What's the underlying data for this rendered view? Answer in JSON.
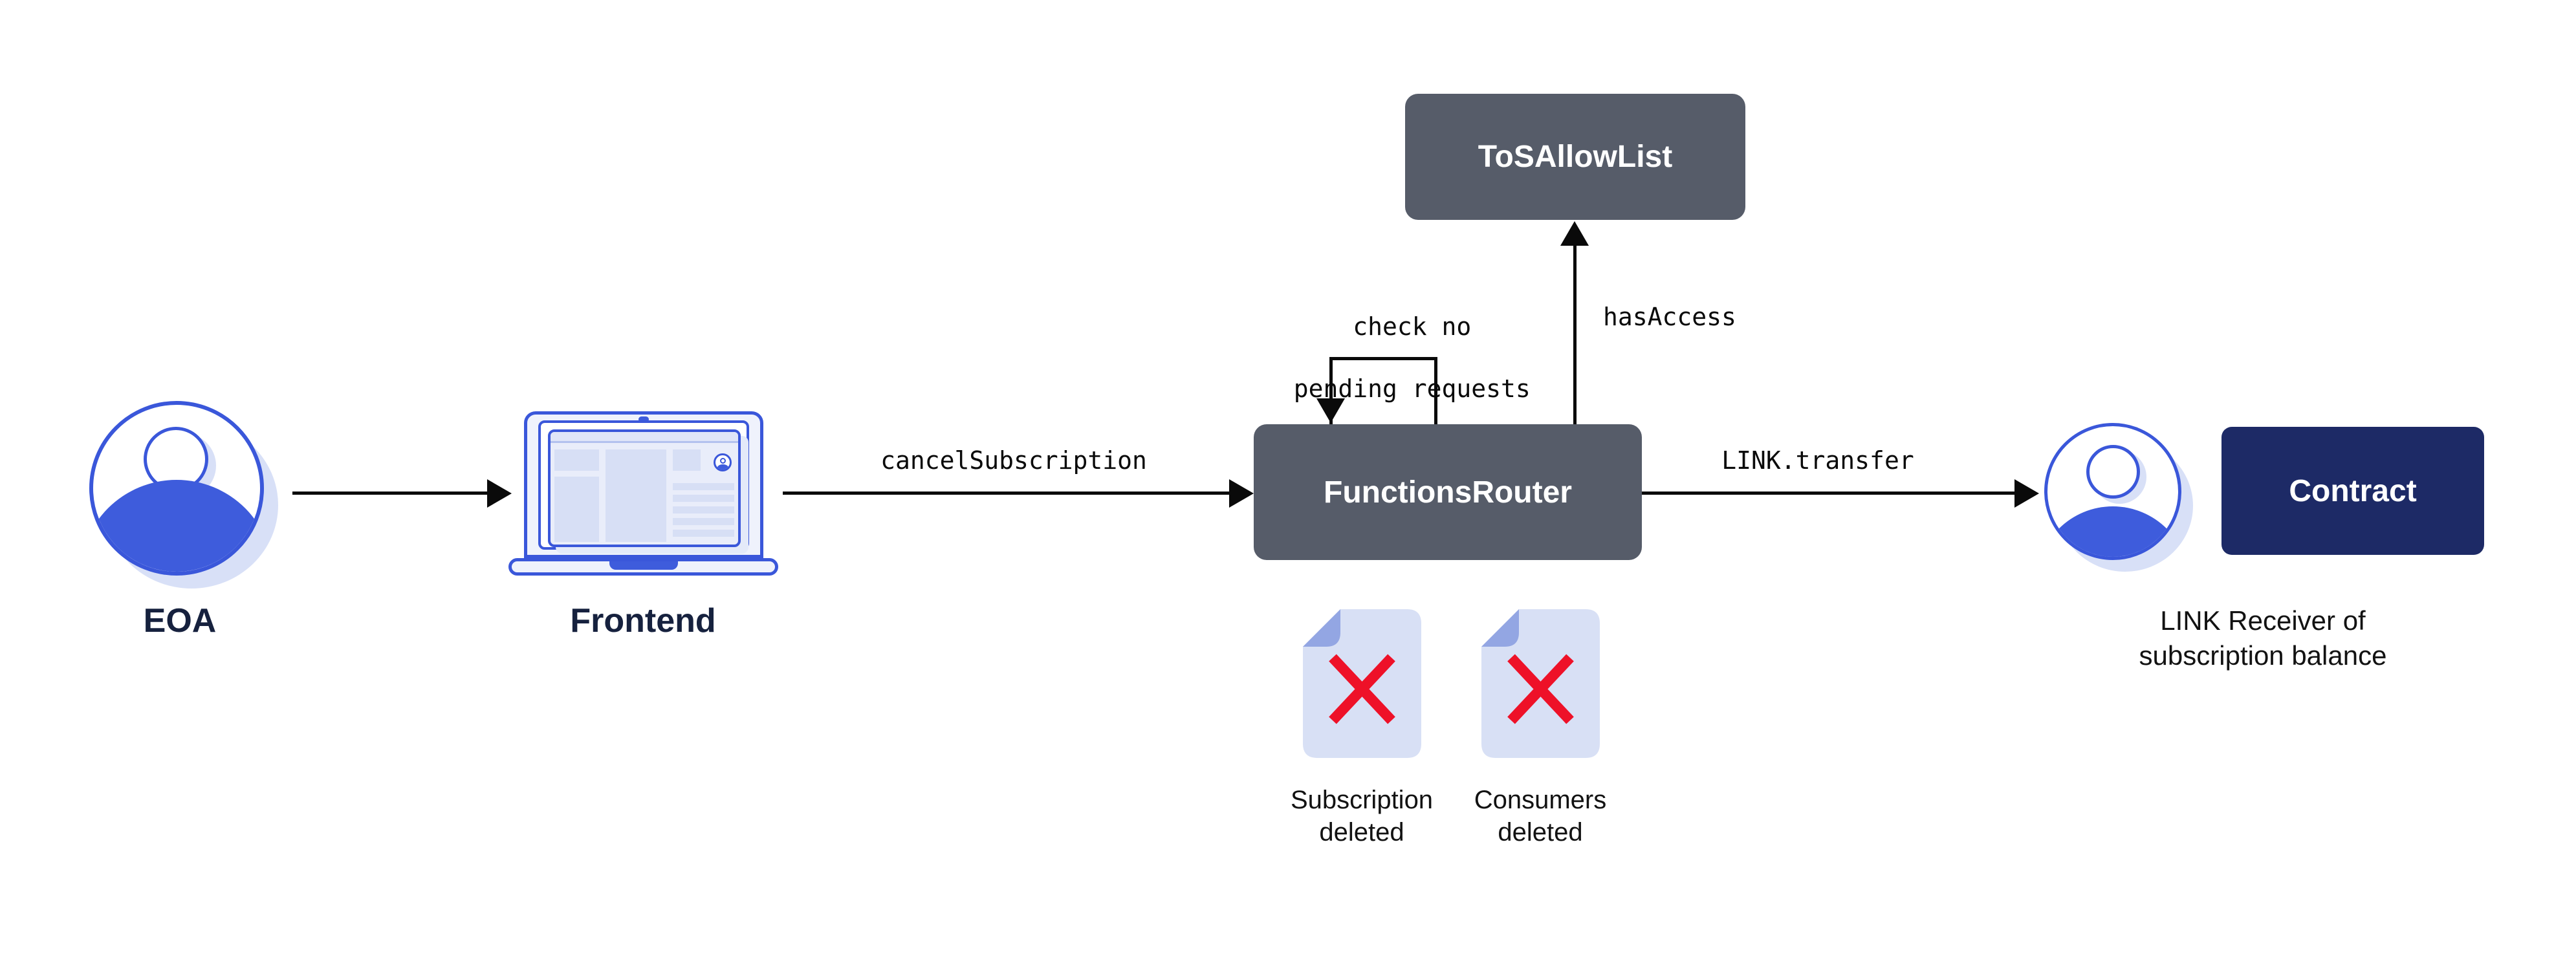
{
  "nodes": {
    "eoa": {
      "label": "EOA"
    },
    "frontend": {
      "label": "Frontend"
    },
    "functions_router": {
      "label": "FunctionsRouter"
    },
    "tos_allow_list": {
      "label": "ToSAllowList"
    },
    "contract": {
      "label": "Contract"
    }
  },
  "receiver": {
    "line1": "LINK Receiver of",
    "line2": "subscription balance"
  },
  "edges": {
    "cancel_subscription": {
      "label": "cancelSubscription"
    },
    "check_pending": {
      "line1": "check no",
      "line2": "pending requests"
    },
    "has_access": {
      "label": "hasAccess"
    },
    "link_transfer": {
      "label": "LINK.transfer"
    }
  },
  "documents": [
    {
      "line1": "Subscription",
      "line2": "deleted"
    },
    {
      "line1": "Consumers",
      "line2": "deleted"
    }
  ],
  "colors": {
    "node_dark": "#565C69",
    "contract_navy": "#1D2A66",
    "blue_stroke": "#3A57DA",
    "blue_fill": "#3E5CDC",
    "shadow_blue": "#D8E0F7",
    "doc_body": "#D8E0F5",
    "doc_fold": "#93A6E3",
    "cross_red": "#EE1128",
    "label_navy": "#16213E",
    "arrow_black": "#0A0A0A"
  }
}
